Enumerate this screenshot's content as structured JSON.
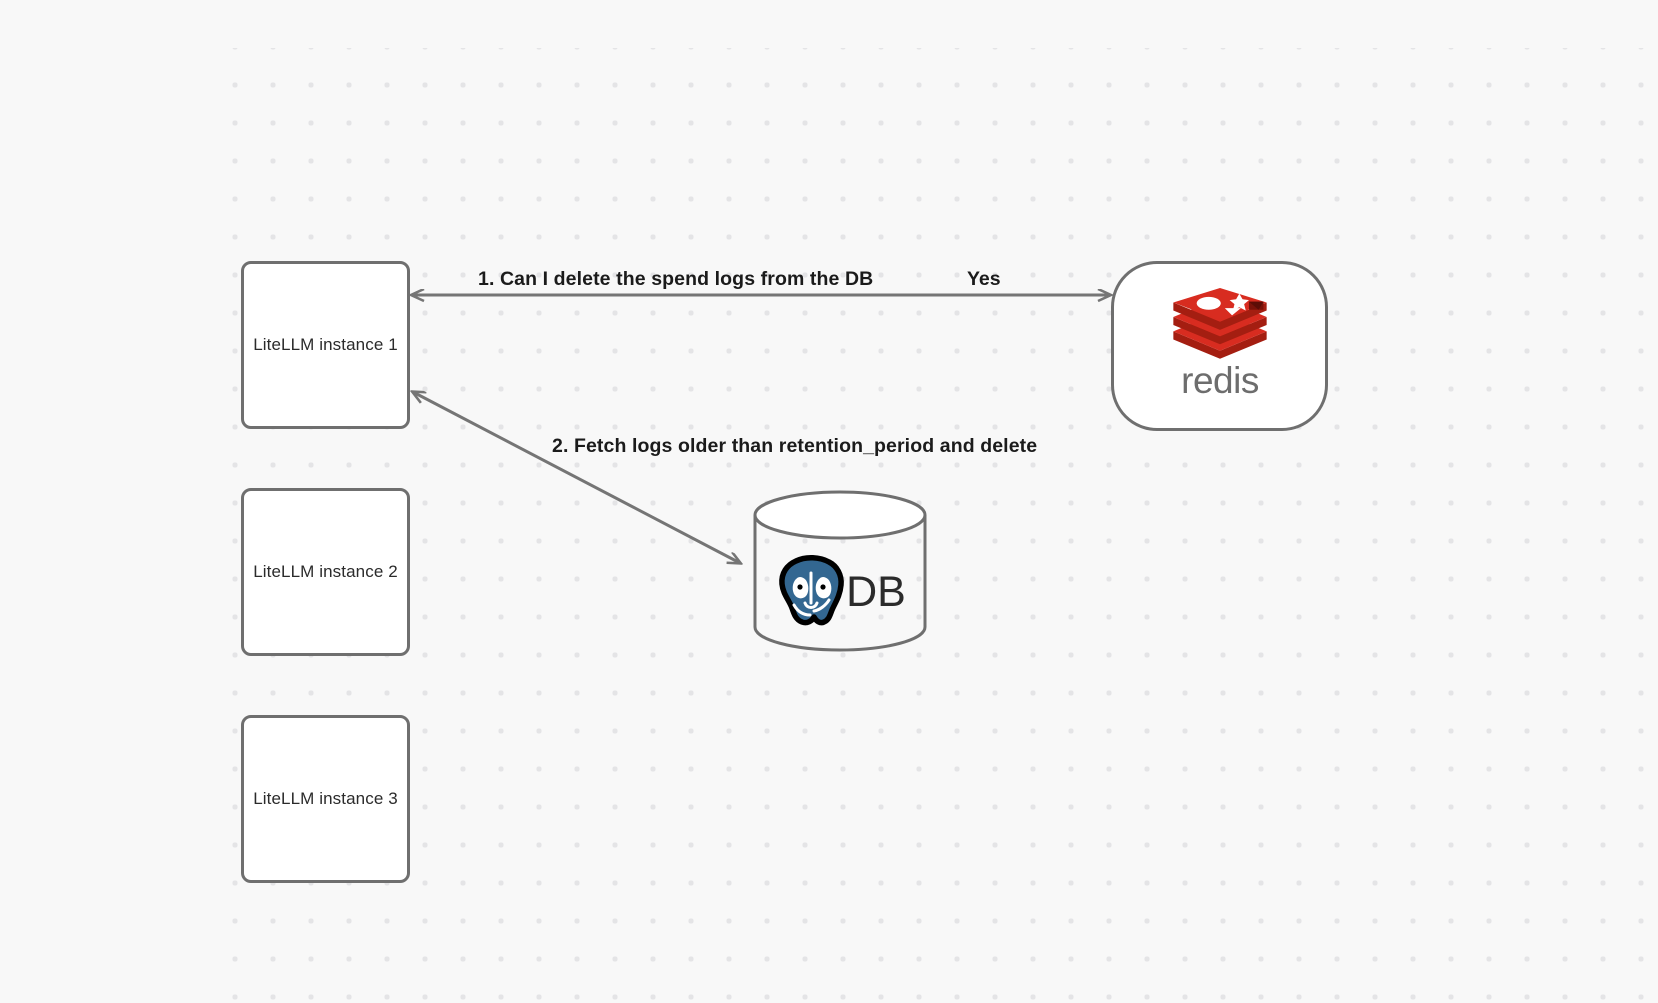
{
  "diagram": {
    "title": "LiteLLM spend log deletion flow",
    "background_color": "#f8f8f8",
    "grid": "dotted",
    "nodes": [
      {
        "id": "instance-1",
        "label": "LiteLLM instance 1",
        "shape": "rounded-rectangle"
      },
      {
        "id": "instance-2",
        "label": "LiteLLM instance 2",
        "shape": "rounded-rectangle"
      },
      {
        "id": "instance-3",
        "label": "LiteLLM instance 3",
        "shape": "rounded-rectangle"
      },
      {
        "id": "redis",
        "label": "redis",
        "shape": "stadium",
        "logo": "redis-logo"
      },
      {
        "id": "database",
        "label": "DB",
        "shape": "cylinder",
        "logo": "postgresql-elephant"
      }
    ],
    "edges": [
      {
        "id": "edge-1",
        "from": "instance-1",
        "to": "redis",
        "label": "1.  Can I delete the spend logs from the DB",
        "reply_label": "Yes",
        "arrowheads": "both"
      },
      {
        "id": "edge-2",
        "from": "instance-1",
        "to": "database",
        "label": "2.  Fetch logs older than retention_period and delete",
        "arrowheads": "both"
      }
    ]
  },
  "labels": {
    "instance_1": "LiteLLM instance 1",
    "instance_2": "LiteLLM instance 2",
    "instance_3": "LiteLLM instance 3",
    "redis_wordmark": "redis",
    "db_text": "DB",
    "edge_1": "1.  Can I delete the spend logs from the DB",
    "edge_1_reply": "Yes",
    "edge_2": "2.  Fetch logs older than retention_period and delete"
  },
  "colors": {
    "background": "#f8f8f8",
    "grid_dot": "#e4e4e6",
    "node_border": "#6f6f6f",
    "node_fill": "#ffffff",
    "edge_stroke": "#757575",
    "text": "#2b2b2b",
    "label_text": "#1b1b1b",
    "redis_red": "#d82c20",
    "redis_red_dark": "#a41e11",
    "redis_gray": "#6d6d6d",
    "postgres_blue": "#336791"
  }
}
